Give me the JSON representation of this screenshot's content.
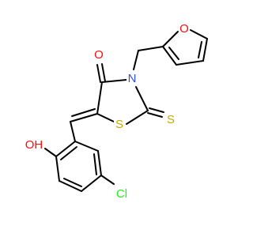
{
  "molecule": {
    "atoms": {
      "o_carbonyl": {
        "label": "O",
        "color": "#ff0d0d"
      },
      "n_ring": {
        "label": "N",
        "color": "#3050f8"
      },
      "s_ring": {
        "label": "S",
        "color": "#c8a800"
      },
      "s_thione": {
        "label": "S",
        "color": "#c8a800"
      },
      "o_furan": {
        "label": "O",
        "color": "#ff0d0d"
      },
      "oh": {
        "label": "OH",
        "color": "#ff0d0d"
      },
      "cl": {
        "label": "Cl",
        "color": "#1ff01f"
      }
    }
  }
}
